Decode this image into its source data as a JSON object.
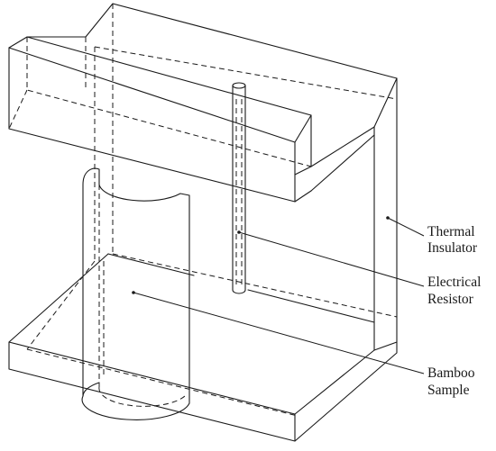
{
  "labels": {
    "thermal_insulator": [
      "Thermal",
      "Insulator"
    ],
    "electrical_resistor": [
      "Electrical",
      "Resistor"
    ],
    "bamboo_sample": [
      "Bamboo",
      "Sample"
    ]
  },
  "colors": {
    "line": "#1a1a1a",
    "background": "#ffffff"
  }
}
